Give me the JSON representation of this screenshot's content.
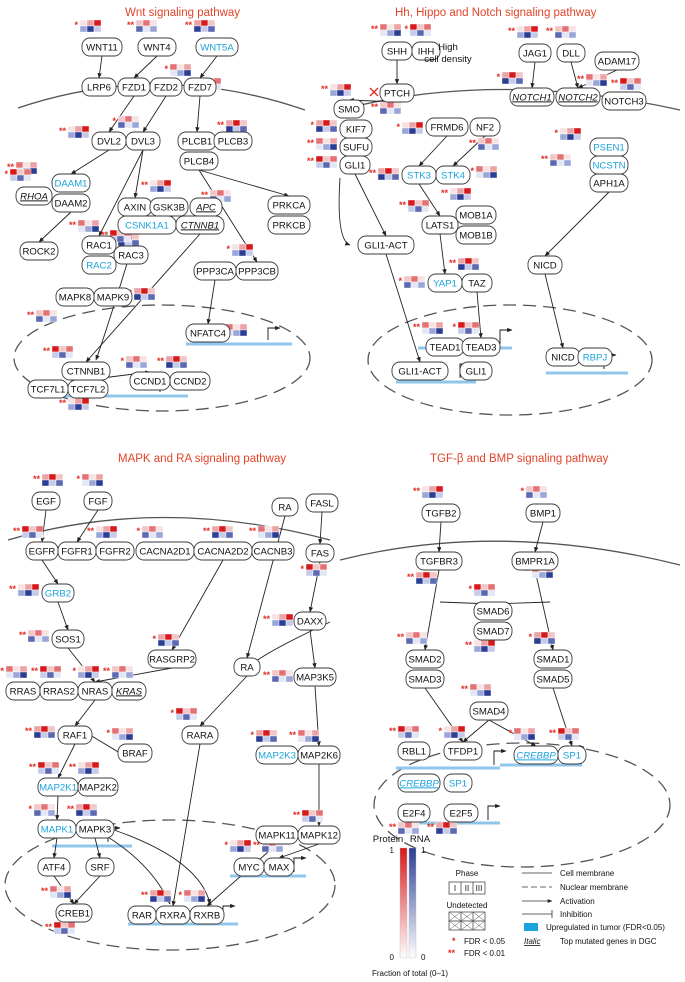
{
  "panels": {
    "wnt": "Wnt signaling pathway",
    "hh": "Hh, Hippo and Notch signaling pathway",
    "mapk": "MAPK and RA signaling pathway",
    "tgf": "TGF-β and BMP signaling pathway"
  },
  "labels": {
    "high_cell_density_1": "High",
    "high_cell_density_2": "cell density"
  },
  "legend": {
    "protein": "Protein",
    "rna": "RNA",
    "scale_top": "1",
    "scale_bottom": "0",
    "fraction": "Fraction of total (0–1)",
    "phase": "Phase",
    "phase_i": "I",
    "phase_ii": "II",
    "phase_iii": "III",
    "undetected": "Undetected",
    "fdr05": "FDR < 0.05",
    "fdr01": "FDR < 0.01",
    "cell_membrane": "Cell membrane",
    "nuclear_membrane": "Nuclear membrane",
    "activation": "Activation",
    "inhibition": "Inhibition",
    "upregulated": "Upregulated in tumor (FDR<0.05)",
    "italic": "Italic",
    "top_mutated": "Top mutated genes in DGC"
  },
  "colors": {
    "title": "#e2432a",
    "upregulated": "#1aa3dd",
    "protein_high": "#d7191c",
    "rna_high": "#2c3e94",
    "dna": "#8fc6ea"
  },
  "genes": {
    "WNT11": "WNT11",
    "WNT4": "WNT4",
    "WNT5A": "WNT5A",
    "LRP6": "LRP6",
    "FZD1": "FZD1",
    "FZD2": "FZD2",
    "FZD7": "FZD7",
    "DVL2": "DVL2",
    "DVL3": "DVL3",
    "PLCB1": "PLCB1",
    "PLCB3": "PLCB3",
    "PLCB4": "PLCB4",
    "DAAM1": "DAAM1",
    "RHOA": "RHOA",
    "DAAM2": "DAAM2",
    "AXIN": "AXIN",
    "GSK3B": "GSK3B",
    "APC": "APC",
    "CSNK1A1": "CSNK1A1",
    "CTNNB1": "CTNNB1",
    "PRKCA": "PRKCA",
    "PRKCB": "PRKCB",
    "ROCK2": "ROCK2",
    "RAC1": "RAC1",
    "RAC3": "RAC3",
    "RAC2": "RAC2",
    "PPP3CA": "PPP3CA",
    "PPP3CB": "PPP3CB",
    "MAPK8": "MAPK8",
    "MAPK9": "MAPK9",
    "NFATC4": "NFATC4",
    "CTNNB1n": "CTNNB1",
    "TCF7L1": "TCF7L1",
    "TCF7L2": "TCF7L2",
    "CCND1": "CCND1",
    "CCND2": "CCND2",
    "SHH": "SHH",
    "IHH": "IHH",
    "PTCH": "PTCH",
    "SMO": "SMO",
    "KIF7": "KIF7",
    "SUFU": "SUFU",
    "GLI1": "GLI1",
    "FRMD6": "FRMD6",
    "NF2": "NF2",
    "STK3": "STK3",
    "STK4": "STK4",
    "LATS1": "LATS1",
    "MOB1A": "MOB1A",
    "MOB1B": "MOB1B",
    "YAP1": "YAP1",
    "TAZ": "TAZ",
    "GLI1ACT": "GLI1-ACT",
    "TEAD1": "TEAD1",
    "TEAD3": "TEAD3",
    "GLI1ACTn": "GLI1-ACT",
    "GLI1n": "GLI1",
    "JAG1": "JAG1",
    "DLL": "DLL",
    "ADAM17": "ADAM17",
    "NOTCH1": "NOTCH1",
    "NOTCH2": "NOTCH2",
    "NOTCH3": "NOTCH3",
    "PSEN1": "PSEN1",
    "NCSTN": "NCSTN",
    "APH1A": "APH1A",
    "NICD": "NICD",
    "NICDn": "NICD",
    "RBPJ": "RBPJ",
    "EGF": "EGF",
    "FGF": "FGF",
    "EGFR": "EGFR",
    "FGFR1": "FGFR1",
    "FGFR2": "FGFR2",
    "CACNA2D1": "CACNA2D1",
    "CACNA2D2": "CACNA2D2",
    "CACNB3": "CACNB3",
    "GRB2": "GRB2",
    "SOS1": "SOS1",
    "RASGRP2": "RASGRP2",
    "RRAS": "RRAS",
    "RRAS2": "RRAS2",
    "NRAS": "NRAS",
    "KRAS": "KRAS",
    "RAF1": "RAF1",
    "BRAF": "BRAF",
    "MAP2K1": "MAP2K1",
    "MAP2K2": "MAP2K2",
    "MAPK1": "MAPK1",
    "MAPK3": "MAPK3",
    "ATF4": "ATF4",
    "SRF": "SRF",
    "CREB1": "CREB1",
    "RA1": "RA",
    "RA2": "RA",
    "RARA": "RARA",
    "FASL": "FASL",
    "FAS": "FAS",
    "DAXX": "DAXX",
    "MAP3K5": "MAP3K5",
    "MAP2K3": "MAP2K3",
    "MAP2K6": "MAP2K6",
    "MAPK11": "MAPK11",
    "MAPK12": "MAPK12",
    "RAR": "RAR",
    "RXRA": "RXRA",
    "RXRB": "RXRB",
    "MYC": "MYC",
    "MAX": "MAX",
    "TGFB2": "TGFB2",
    "BMP1": "BMP1",
    "TGFBR3": "TGFBR3",
    "BMPR1A": "BMPR1A",
    "SMAD6": "SMAD6",
    "SMAD7": "SMAD7",
    "SMAD2": "SMAD2",
    "SMAD3": "SMAD3",
    "SMAD1": "SMAD1",
    "SMAD5": "SMAD5",
    "SMAD4": "SMAD4",
    "RBL1": "RBL1",
    "TFDP1": "TFDP1",
    "CREBBP": "CREBBP",
    "SP1": "SP1",
    "E2F4": "E2F4",
    "E2F5": "E2F5",
    "CREBBP2": "CREBBP",
    "SP1b": "SP1"
  },
  "stars": {
    "one": "*",
    "two": "**"
  }
}
